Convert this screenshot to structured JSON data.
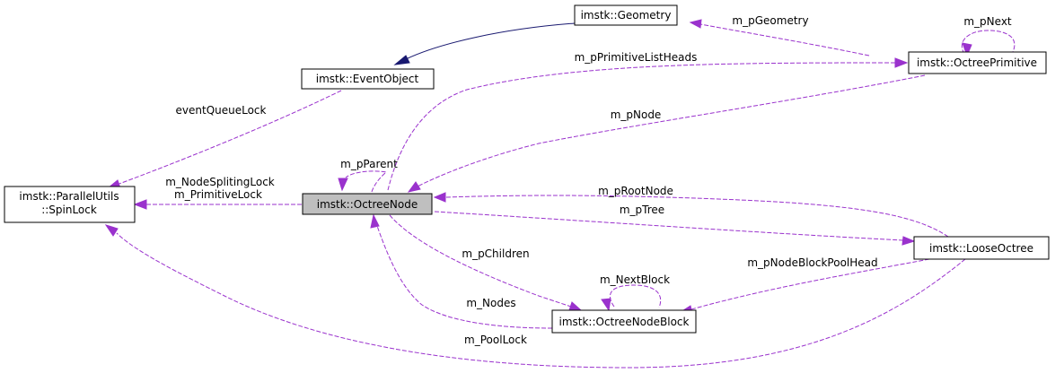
{
  "diagram": {
    "title": "Collaboration diagram for imstk::OctreeNode",
    "colors": {
      "highlight_fill": "#bfbfbf",
      "node_fill": "#ffffff",
      "dependency_edge": "#9a32cd",
      "inheritance_edge": "#191970"
    },
    "nodes": {
      "octree_node": {
        "label": "imstk::OctreeNode",
        "highlighted": true
      },
      "geometry": {
        "label": "imstk::Geometry"
      },
      "event_object": {
        "label": "imstk::EventObject"
      },
      "octree_primitive": {
        "label": "imstk::OctreePrimitive"
      },
      "spin_lock": {
        "label_line1": "imstk::ParallelUtils",
        "label_line2": "::SpinLock"
      },
      "loose_octree": {
        "label": "imstk::LooseOctree"
      },
      "octree_node_block": {
        "label": "imstk::OctreeNodeBlock"
      }
    },
    "edges": {
      "geometry_to_eventobject": {
        "type": "inheritance",
        "from": "imstk::Geometry",
        "to": "imstk::EventObject"
      },
      "m_pGeometry": {
        "label": "m_pGeometry"
      },
      "m_pNext": {
        "label": "m_pNext"
      },
      "m_pPrimitiveListHeads": {
        "label": "m_pPrimitiveListHeads"
      },
      "eventQueueLock": {
        "label": "eventQueueLock"
      },
      "m_pNode": {
        "label": "m_pNode"
      },
      "m_pParent": {
        "label": "m_pParent"
      },
      "locks": {
        "label_line1": "m_NodeSplitingLock",
        "label_line2": "m_PrimitiveLock"
      },
      "m_pRootNode": {
        "label": "m_pRootNode"
      },
      "m_pTree": {
        "label": "m_pTree"
      },
      "m_pChildren": {
        "label": "m_pChildren"
      },
      "m_NextBlock": {
        "label": "m_NextBlock"
      },
      "m_pNodeBlockPoolHead": {
        "label": "m_pNodeBlockPoolHead"
      },
      "m_Nodes": {
        "label": "m_Nodes"
      },
      "m_PoolLock": {
        "label": "m_PoolLock"
      }
    }
  }
}
